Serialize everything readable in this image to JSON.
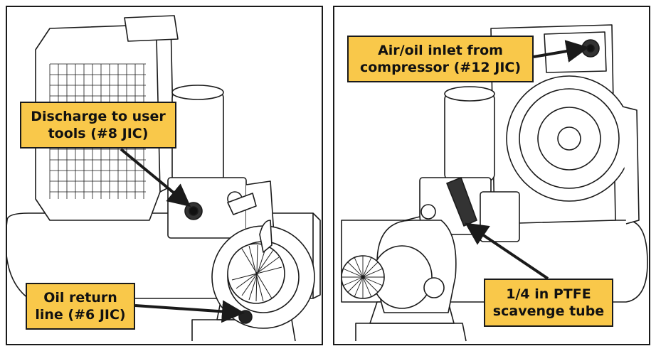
{
  "left_panel": {
    "callouts": [
      {
        "text": "Discharge to user\ntools (#8 JIC)",
        "icon": "arrow-to-discharge-port"
      },
      {
        "text": "Oil return\nline (#6 JIC)",
        "icon": "arrow-to-oil-return-port"
      }
    ]
  },
  "right_panel": {
    "callouts": [
      {
        "text": "Air/oil inlet from\ncompressor (#12 JIC)",
        "icon": "arrow-to-inlet-port"
      },
      {
        "text": "1/4 in PTFE\nscavenge tube",
        "icon": "arrow-to-scavenge-tube"
      }
    ]
  },
  "colors": {
    "callout_fill": "#f9c84a",
    "outline": "#1a1a1a",
    "background": "#ffffff"
  }
}
